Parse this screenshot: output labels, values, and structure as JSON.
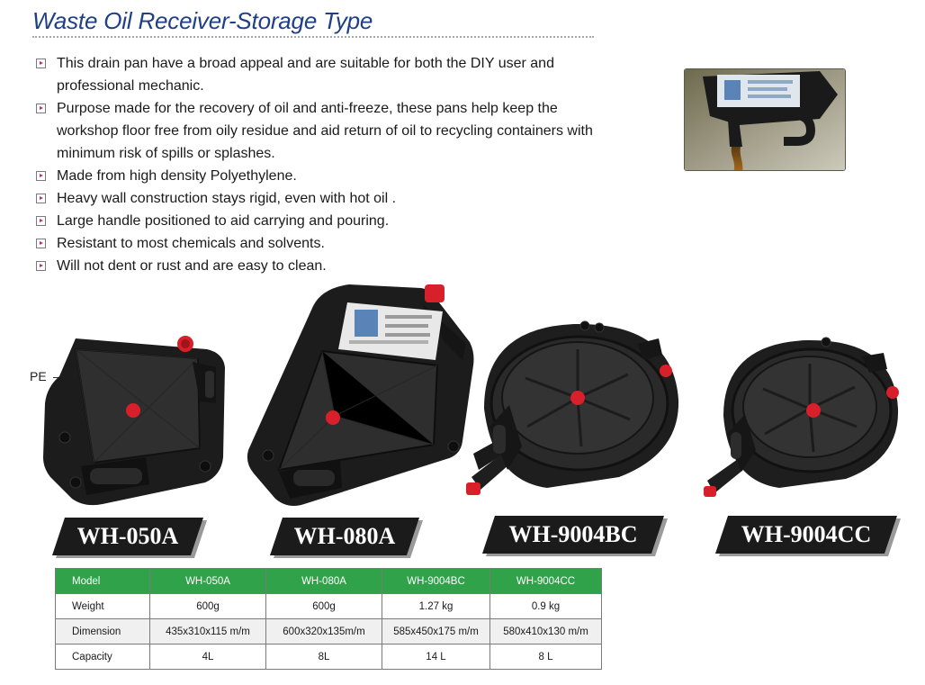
{
  "page": {
    "title": "Waste Oil Receiver-Storage Type",
    "title_color": "#1f3f86",
    "accent_green": "#2fa24a"
  },
  "features": [
    "This drain pan have a broad appeal and are suitable for both the DIY user and professional mechanic.",
    "Purpose made for the recovery of oil and anti-freeze, these pans help keep the workshop floor free from oily residue and aid return of oil to recycling containers with minimum risk of spills or splashes.",
    "Made from high density Polyethylene.",
    "Heavy wall construction stays rigid, even with hot oil .",
    "Large handle positioned to aid carrying and pouring.",
    "Resistant to most chemicals and solvents.",
    "Will not dent or rust and are easy to clean."
  ],
  "annotation": {
    "pe_label": "PE"
  },
  "products": [
    {
      "model": "WH-050A"
    },
    {
      "model": "WH-080A"
    },
    {
      "model": "WH-9004BC"
    },
    {
      "model": "WH-9004CC"
    }
  ],
  "specs": {
    "headers": [
      "Model",
      "WH-050A",
      "WH-080A",
      "WH-9004BC",
      "WH-9004CC"
    ],
    "rows": [
      [
        "Weight",
        "600g",
        "600g",
        "1.27 kg",
        "0.9 kg"
      ],
      [
        "Dimension",
        "435x310x115 m/m",
        "600x320x135m/m",
        "585x450x175 m/m",
        "580x410x130 m/m"
      ],
      [
        "Capacity",
        "4L",
        "8L",
        "14 L",
        "8 L"
      ]
    ]
  }
}
